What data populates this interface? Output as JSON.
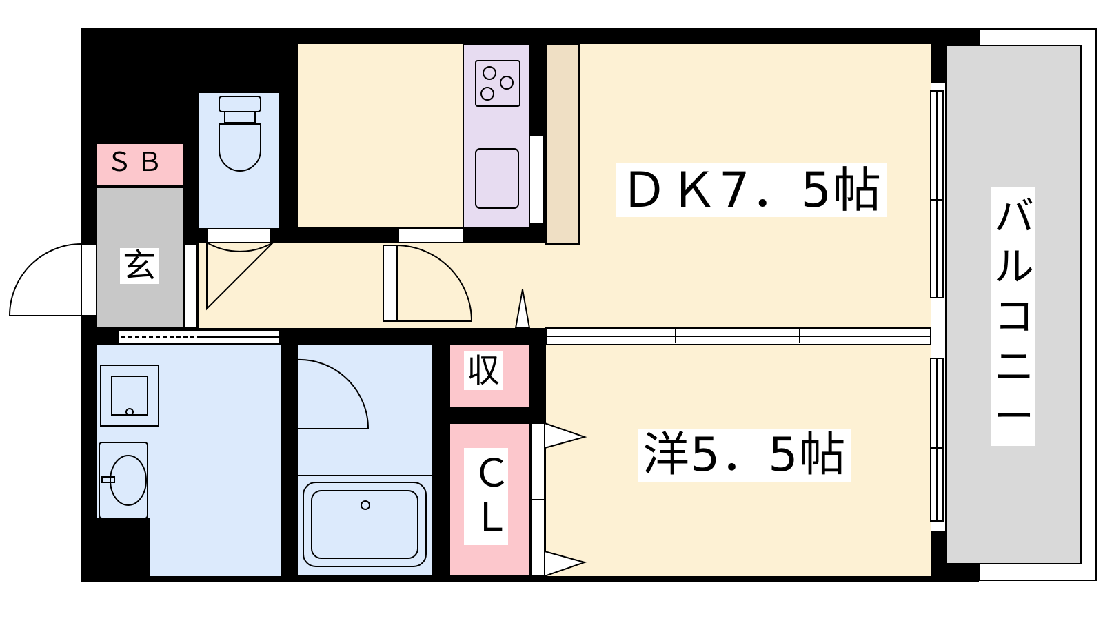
{
  "rooms": {
    "dk": "ＤＫ7．5帖",
    "western": "洋5．5帖",
    "entrance": "玄",
    "shoebox": "ＳＢ",
    "storage": "収",
    "closet": "ＣＬ",
    "balcony": "バルコニー"
  },
  "colors": {
    "wall": "#000000",
    "living_floor": "#fdf1d4",
    "wet_area": "#dceafc",
    "entrance_floor": "#c8c8c8",
    "storage": "#fcc7cc",
    "kitchen_counter": "#e7dcf1",
    "shelf": "#efdfc4",
    "balcony_floor": "#d9d9d9"
  }
}
